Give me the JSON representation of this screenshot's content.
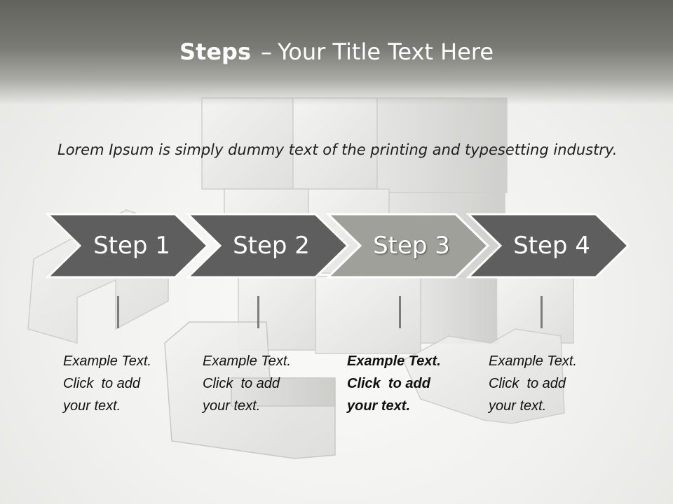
{
  "header": {
    "title_bold": "Steps",
    "title_sep": "–",
    "title_rest": "Your Title Text Here"
  },
  "intro": "Lorem Ipsum is simply dummy text of the printing and typesetting industry.",
  "steps": [
    {
      "label": "Step 1",
      "active": false,
      "desc": [
        "Example Text.",
        "Click  to add",
        "your text."
      ]
    },
    {
      "label": "Step 2",
      "active": false,
      "desc": [
        "Example Text.",
        "Click  to add",
        "your text."
      ]
    },
    {
      "label": "Step 3",
      "active": true,
      "desc": [
        "Example Text.",
        "Click  to add",
        "your text."
      ]
    },
    {
      "label": "Step 4",
      "active": false,
      "desc": [
        "Example Text.",
        "Click  to add",
        "your text."
      ]
    }
  ],
  "colors": {
    "header_dark": "#63635e",
    "arrow_fill": "#5e5e5e",
    "arrow_active_fill": "#a0a09a",
    "arrow_border": "#ffffff",
    "connector": "#7d7d78"
  }
}
